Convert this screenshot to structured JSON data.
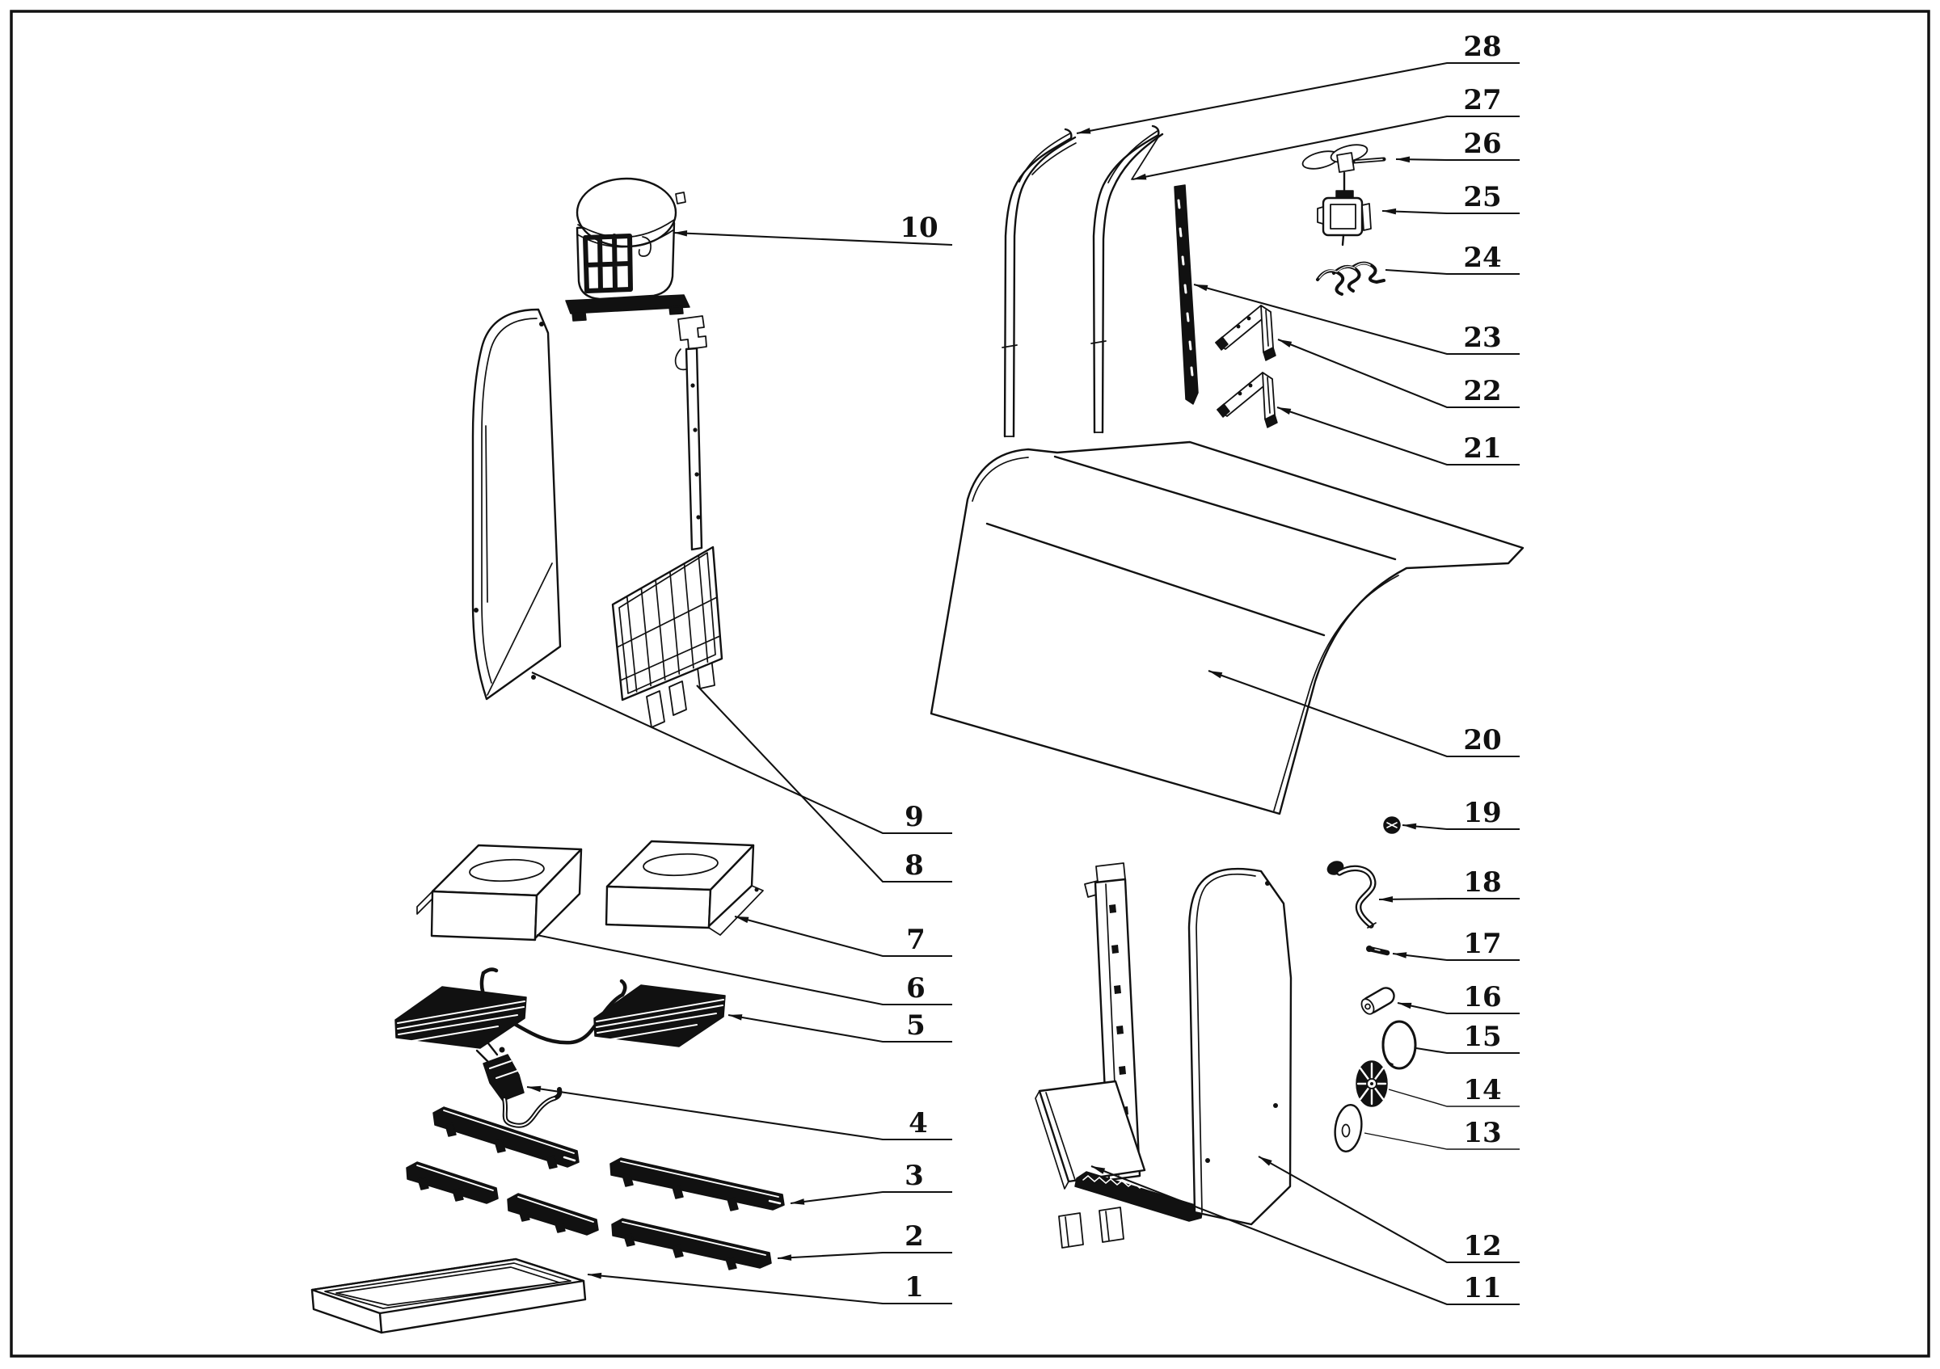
{
  "page": {
    "background": "#ffffff",
    "border_color": "#111111",
    "diagram_type": "exploded-parts-diagram"
  },
  "callouts": [
    {
      "number": "1"
    },
    {
      "number": "2"
    },
    {
      "number": "3"
    },
    {
      "number": "4"
    },
    {
      "number": "5"
    },
    {
      "number": "6"
    },
    {
      "number": "7"
    },
    {
      "number": "8"
    },
    {
      "number": "9"
    },
    {
      "number": "10"
    },
    {
      "number": "11"
    },
    {
      "number": "12"
    },
    {
      "number": "13"
    },
    {
      "number": "14"
    },
    {
      "number": "15"
    },
    {
      "number": "16"
    },
    {
      "number": "17"
    },
    {
      "number": "18"
    },
    {
      "number": "19"
    },
    {
      "number": "20"
    },
    {
      "number": "21"
    },
    {
      "number": "22"
    },
    {
      "number": "23"
    },
    {
      "number": "24"
    },
    {
      "number": "25"
    },
    {
      "number": "26"
    },
    {
      "number": "27"
    },
    {
      "number": "28"
    }
  ]
}
